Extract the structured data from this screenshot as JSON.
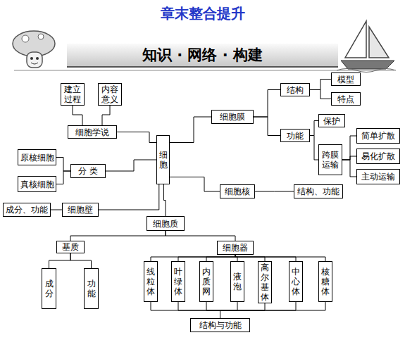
{
  "diagram": {
    "title": "章末整合提升",
    "nodes": [
      {
        "text": [
          "知识 · 网络 · 构建"
        ]
      },
      {
        "text": [
          "建立过程"
        ]
      },
      {
        "text": [
          "内容意义"
        ]
      },
      {
        "text": [
          "细胞学说"
        ]
      },
      {
        "text": [
          "细胞"
        ]
      },
      {
        "text": [
          "细胞膜"
        ]
      },
      {
        "text": [
          "结构"
        ]
      },
      {
        "text": [
          "模型"
        ]
      },
      {
        "text": [
          "特点"
        ]
      },
      {
        "text": [
          "功能"
        ]
      },
      {
        "text": [
          "保护"
        ]
      },
      {
        "text": [
          "跨膜运输"
        ]
      },
      {
        "text": [
          "简单扩散"
        ]
      },
      {
        "text": [
          "易化扩散"
        ]
      },
      {
        "text": [
          "主动运输"
        ]
      },
      {
        "text": [
          "原核细胞"
        ]
      },
      {
        "text": [
          "真核细胞"
        ]
      },
      {
        "text": [
          "分 类"
        ]
      },
      {
        "text": [
          "成分、功能"
        ]
      },
      {
        "text": [
          "细胞壁"
        ]
      },
      {
        "text": [
          "细胞核"
        ]
      },
      {
        "text": [
          "结构、功能"
        ]
      },
      {
        "text": [
          "细胞质"
        ]
      },
      {
        "text": [
          "基质"
        ]
      },
      {
        "text": [
          "细胞器"
        ]
      },
      {
        "text": [
          "成分"
        ]
      },
      {
        "text": [
          "功能"
        ]
      },
      {
        "text": [
          "线粒体"
        ]
      },
      {
        "text": [
          "叶绿体"
        ]
      },
      {
        "text": [
          "内质网"
        ]
      },
      {
        "text": [
          "液泡"
        ]
      },
      {
        "text": [
          "高尔基体"
        ]
      },
      {
        "text": [
          "中心体"
        ]
      },
      {
        "text": [
          "核糖体"
        ]
      },
      {
        "text": [
          "结构与功能"
        ]
      }
    ],
    "edges": [
      {
        "from": 1,
        "to": 3,
        "arrow": "none"
      },
      {
        "from": 2,
        "to": 3,
        "arrow": "none"
      },
      {
        "from": 3,
        "to": 4,
        "arrow": "none"
      },
      {
        "from": 4,
        "to": 5,
        "arrow": "none"
      },
      {
        "from": 5,
        "to": 6,
        "arrow": "none"
      },
      {
        "from": 5,
        "to": 9,
        "arrow": "none"
      },
      {
        "from": 6,
        "to": 7,
        "arrow": "none"
      },
      {
        "from": 6,
        "to": 8,
        "arrow": "none"
      },
      {
        "from": 9,
        "to": 10,
        "arrow": "none"
      },
      {
        "from": 9,
        "to": 11,
        "arrow": "none"
      },
      {
        "from": 11,
        "to": 12,
        "arrow": "none"
      },
      {
        "from": 11,
        "to": 13,
        "arrow": "none"
      },
      {
        "from": 11,
        "to": 14,
        "arrow": "none"
      },
      {
        "from": 4,
        "to": 17,
        "arrow": "none"
      },
      {
        "from": 17,
        "to": 15,
        "arrow": "none"
      },
      {
        "from": 17,
        "to": 16,
        "arrow": "none"
      },
      {
        "from": 4,
        "to": 19,
        "arrow": "none"
      },
      {
        "from": 19,
        "to": 18,
        "arrow": "none"
      },
      {
        "from": 4,
        "to": 20,
        "arrow": "none"
      },
      {
        "from": 20,
        "to": 21,
        "arrow": "none"
      },
      {
        "from": 4,
        "to": 22,
        "arrow": "none"
      },
      {
        "from": 22,
        "to": 23,
        "arrow": "none"
      },
      {
        "from": 22,
        "to": 24,
        "arrow": "none"
      },
      {
        "from": 23,
        "to": 25,
        "arrow": "none"
      },
      {
        "from": 23,
        "to": 26,
        "arrow": "none"
      },
      {
        "from": 24,
        "to": 27,
        "arrow": "none"
      },
      {
        "from": 24,
        "to": 28,
        "arrow": "none"
      },
      {
        "from": 24,
        "to": 29,
        "arrow": "none"
      },
      {
        "from": 24,
        "to": 30,
        "arrow": "none"
      },
      {
        "from": 24,
        "to": 31,
        "arrow": "none"
      },
      {
        "from": 24,
        "to": 32,
        "arrow": "none"
      },
      {
        "from": 24,
        "to": 33,
        "arrow": "none"
      },
      {
        "from": 27,
        "to": 34,
        "arrow": "none"
      },
      {
        "from": 28,
        "to": 34,
        "arrow": "none"
      },
      {
        "from": 29,
        "to": 34,
        "arrow": "none"
      },
      {
        "from": 30,
        "to": 34,
        "arrow": "none"
      },
      {
        "from": 31,
        "to": 34,
        "arrow": "none"
      },
      {
        "from": 32,
        "to": 34,
        "arrow": "none"
      },
      {
        "from": 33,
        "to": 34,
        "arrow": "none"
      }
    ]
  }
}
